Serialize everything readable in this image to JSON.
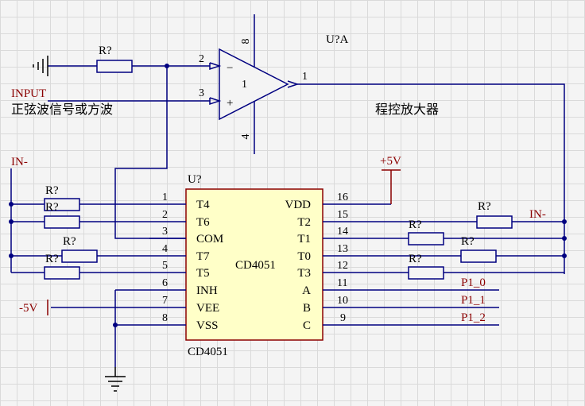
{
  "opamp": {
    "ref": "U?A",
    "unit": "1",
    "pins": {
      "inv": "2",
      "noninv": "3",
      "out": "1",
      "vcc": "8",
      "vee": "4"
    },
    "symbols": {
      "minus": "−",
      "plus": "+"
    },
    "caption": "程控放大器"
  },
  "input": {
    "label": "INPUT",
    "desc": "正弦波信号或方波",
    "resistor": "R?"
  },
  "mux": {
    "ref": "U?",
    "name": "CD4051",
    "footer": "CD4051",
    "left_pins": [
      {
        "num": "1",
        "name": "T4"
      },
      {
        "num": "2",
        "name": "T6"
      },
      {
        "num": "3",
        "name": "COM"
      },
      {
        "num": "4",
        "name": "T7"
      },
      {
        "num": "5",
        "name": "T5"
      },
      {
        "num": "6",
        "name": "INH"
      },
      {
        "num": "7",
        "name": "VEE"
      },
      {
        "num": "8",
        "name": "VSS"
      }
    ],
    "right_pins": [
      {
        "num": "16",
        "name": "VDD"
      },
      {
        "num": "15",
        "name": "T2"
      },
      {
        "num": "14",
        "name": "T1"
      },
      {
        "num": "13",
        "name": "T0"
      },
      {
        "num": "12",
        "name": "T3"
      },
      {
        "num": "11",
        "name": "A"
      },
      {
        "num": "10",
        "name": "B"
      },
      {
        "num": "9",
        "name": "C"
      }
    ]
  },
  "nets": {
    "vdd": "+5V",
    "vee": "-5V",
    "in_minus_left": "IN-",
    "in_minus_right": "IN-",
    "p1_0": "P1_0",
    "p1_1": "P1_1",
    "p1_2": "P1_2"
  },
  "resistors": {
    "left": [
      "R?",
      "R?",
      "R?",
      "R?"
    ],
    "right": [
      "R?",
      "R?",
      "R?",
      "R?"
    ]
  }
}
